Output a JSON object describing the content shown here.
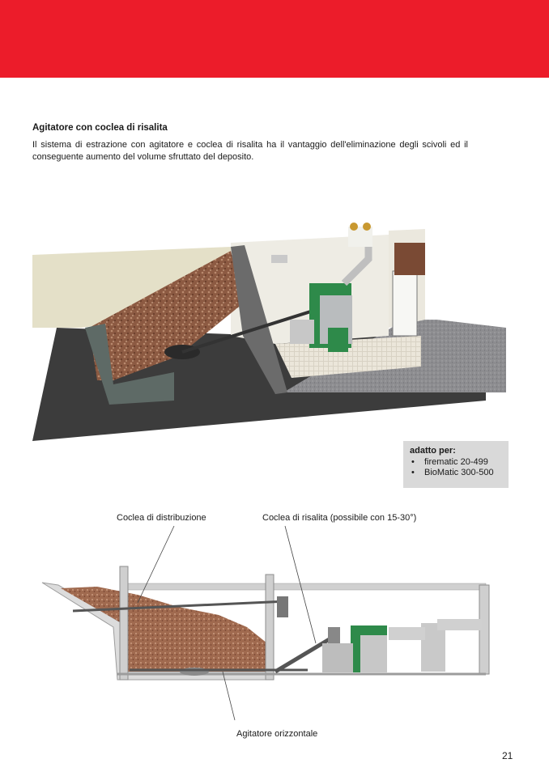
{
  "page": {
    "heading": "Agitatore con coclea di risalita",
    "paragraph": "Il sistema di estrazione con agitatore e coclea di risalita ha il vantaggio dell'eliminazione degli scivoli ed il conseguente aumento del volume sfruttato del deposito.",
    "suitability": {
      "title": "adatto per:",
      "items": [
        "firematic 20-499",
        "BioMatic 300-500"
      ]
    },
    "diagram_labels": {
      "distribution": "Coclea di distribuzione",
      "riser": "Coclea di risalita (possibile con 15-30°)",
      "agitator": "Agitatore orizzontale"
    },
    "page_number": "21"
  },
  "colors": {
    "header_red": "#ec1c2a",
    "boiler_green": "#2e8a4a",
    "woodchip_brown": "#9b6a4e",
    "box_grey": "#d9d9d9"
  }
}
